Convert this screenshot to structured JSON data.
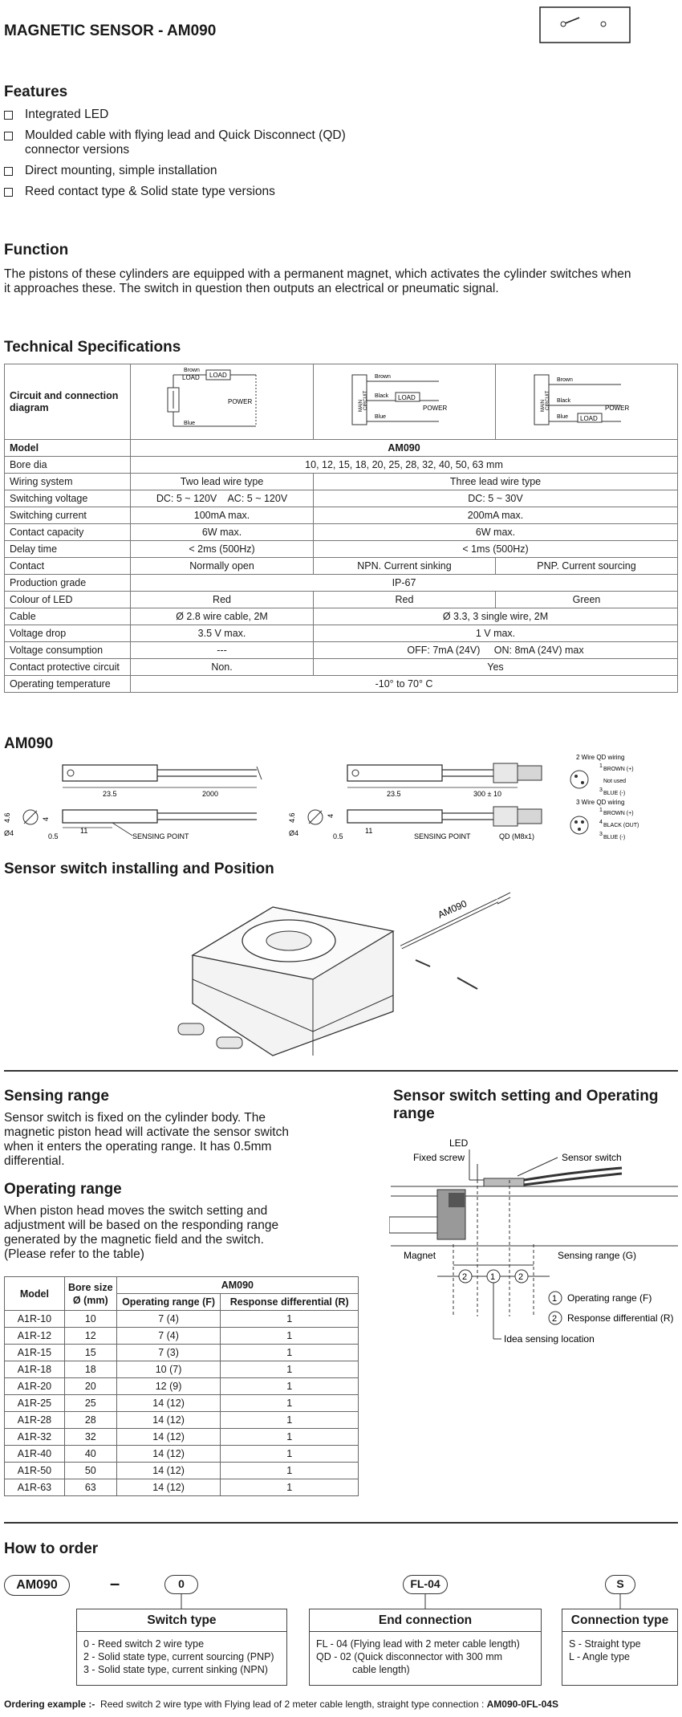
{
  "title": "MAGNETIC SENSOR - AM090",
  "features": {
    "heading": "Features",
    "items": [
      "Integrated LED",
      "Moulded cable with flying lead and Quick Disconnect (QD)",
      "connector versions",
      "Direct mounting, simple installation",
      "Reed contact type & Solid state type versions"
    ]
  },
  "function": {
    "heading": "Function",
    "line1": "The pistons of these cylinders are equipped with a permanent magnet, which activates the cylinder switches when",
    "line2": "it approaches these. The switch in question then outputs an electrical or pneumatic signal."
  },
  "tech": {
    "heading": "Technical Specifications",
    "circuit_label_1": "Circuit and connection",
    "circuit_label_2": "diagram",
    "diagram_labels": {
      "brown": "Brown",
      "black": "Black",
      "blue": "Blue",
      "load": "LOAD",
      "power": "POWER",
      "main": "MAIN",
      "circuit": "CIRCUIT"
    },
    "rows": [
      {
        "label": "Model",
        "c1": "AM090",
        "c2": "",
        "c3": ""
      },
      {
        "label": "Bore dia",
        "c1": "10, 12, 15, 18, 20, 25, 28, 32, 40, 50, 63 mm",
        "c2": "",
        "c3": ""
      },
      {
        "label": "Wiring system",
        "c1": "Two lead wire type",
        "c2": "Three lead wire type",
        "c3": ""
      },
      {
        "label": "Switching voltage",
        "c1": "DC: 5 ~ 120V    AC: 5 ~ 120V",
        "c2": "DC: 5 ~ 30V",
        "c3": ""
      },
      {
        "label": "Switching current",
        "c1": "100mA max.",
        "c2": "200mA max.",
        "c3": ""
      },
      {
        "label": "Contact capacity",
        "c1": "6W max.",
        "c2": "6W max.",
        "c3": ""
      },
      {
        "label": "Delay time",
        "c1": "< 2ms (500Hz)",
        "c2": "< 1ms (500Hz)",
        "c3": ""
      },
      {
        "label": "Contact",
        "c1": "Normally open",
        "c2": "NPN. Current sinking",
        "c3": "PNP. Current sourcing"
      },
      {
        "label": "Production grade",
        "c1": "IP-67",
        "c2": "",
        "c3": ""
      },
      {
        "label": "Colour of LED",
        "c1": "Red",
        "c2": "Red",
        "c3": "Green"
      },
      {
        "label": "Cable",
        "c1": "Ø 2.8 wire cable, 2M",
        "c2": "Ø 3.3, 3 single wire, 2M",
        "c3": ""
      },
      {
        "label": "Voltage drop",
        "c1": "3.5 V max.",
        "c2": "1 V max.",
        "c3": ""
      },
      {
        "label": "Voltage consumption",
        "c1": "---",
        "c2": "OFF: 7mA (24V)     ON: 8mA (24V) max",
        "c3": ""
      },
      {
        "label": "Contact protective circuit",
        "c1": "Non.",
        "c2": "Yes",
        "c3": ""
      },
      {
        "label": "Operating temperature",
        "c1": "-10° to 70° C",
        "c2": "",
        "c3": ""
      }
    ]
  },
  "dims": {
    "heading": "AM090",
    "d_23_5": "23.5",
    "d_2000": "2000",
    "d_300": "300 ± 10",
    "d_4_6": "4.6",
    "d_4": "4",
    "d_o4": "Ø4",
    "d_0_5": "0.5",
    "d_11": "11",
    "sensing_point": "SENSING POINT",
    "qd": "QD (M8x1)",
    "wire2_title": "2 Wire QD wiring",
    "wire2_1": "BROWN (+)",
    "wire2_nu": "Not used",
    "wire2_3": "BLUE (-)",
    "wire3_title": "3 Wire QD wiring",
    "wire3_1": "BROWN (+)",
    "wire3_4": "BLACK (OUT)",
    "wire3_3": "BLUE (-)",
    "pin1": "1",
    "pin3": "3",
    "pin4": "4"
  },
  "install": {
    "heading": "Sensor switch installing and Position",
    "sensor_label": "AM090"
  },
  "sensing": {
    "heading": "Sensing range",
    "lines": [
      "Sensor switch is fixed on the cylinder body. The",
      "magnetic piston head will activate the sensor switch",
      "when it enters the operating range. It has 0.5mm",
      "differential."
    ]
  },
  "operating": {
    "heading": "Operating range",
    "lines": [
      "When piston head moves the switch setting and",
      "adjustment will be based on the responding range",
      "generated by the magnetic field and the switch.",
      "(Please refer to the table)"
    ]
  },
  "range_table": {
    "h_model": "Model",
    "h_bore_1": "Bore size",
    "h_bore_2": "Ø (mm)",
    "h_am": "AM090",
    "h_op": "Operating range (F)",
    "h_resp": "Response differential (R)",
    "rows": [
      {
        "model": "A1R-10",
        "bore": "10",
        "op": "7 (4)",
        "resp": "1"
      },
      {
        "model": "A1R-12",
        "bore": "12",
        "op": "7 (4)",
        "resp": "1"
      },
      {
        "model": "A1R-15",
        "bore": "15",
        "op": "7 (3)",
        "resp": "1"
      },
      {
        "model": "A1R-18",
        "bore": "18",
        "op": "10 (7)",
        "resp": "1"
      },
      {
        "model": "A1R-20",
        "bore": "20",
        "op": "12 (9)",
        "resp": "1"
      },
      {
        "model": "A1R-25",
        "bore": "25",
        "op": "14 (12)",
        "resp": "1"
      },
      {
        "model": "A1R-28",
        "bore": "28",
        "op": "14 (12)",
        "resp": "1"
      },
      {
        "model": "A1R-32",
        "bore": "32",
        "op": "14 (12)",
        "resp": "1"
      },
      {
        "model": "A1R-40",
        "bore": "40",
        "op": "14 (12)",
        "resp": "1"
      },
      {
        "model": "A1R-50",
        "bore": "50",
        "op": "14 (12)",
        "resp": "1"
      },
      {
        "model": "A1R-63",
        "bore": "63",
        "op": "14 (12)",
        "resp": "1"
      }
    ]
  },
  "setting": {
    "heading_1": "Sensor switch setting and Operating",
    "heading_2": "range",
    "led": "LED",
    "fixed_screw": "Fixed screw",
    "sensor_switch": "Sensor switch",
    "magnet": "Magnet",
    "sensing_range": "Sensing range (G)",
    "n1": "1",
    "n2": "2",
    "legend_1": "Operating range (F)",
    "legend_2": "Response differential (R)",
    "idea": "Idea sensing location"
  },
  "order": {
    "heading": "How to order",
    "model": "AM090",
    "dash": "–",
    "code_switch": "0",
    "code_end": "FL-04",
    "code_conn": "S",
    "switch_type": {
      "header": "Switch type",
      "lines": [
        "0 - Reed switch 2 wire type",
        "2 - Solid state type, current sourcing (PNP)",
        "3 - Solid state type, current sinking (NPN)"
      ]
    },
    "end_connection": {
      "header": "End connection",
      "lines": [
        "FL  - 04 (Flying lead with 2 meter cable length)",
        "QD - 02 (Quick disconnector with 300 mm",
        "             cable length)"
      ]
    },
    "connection_type": {
      "header": "Connection type",
      "lines": [
        "S - Straight type",
        "L - Angle type"
      ]
    },
    "example_label": "Ordering example :-",
    "example_text": "  Reed switch 2 wire type with Flying lead of 2 meter cable length, straight type connection : ",
    "example_code": "AM090-0FL-04S"
  }
}
